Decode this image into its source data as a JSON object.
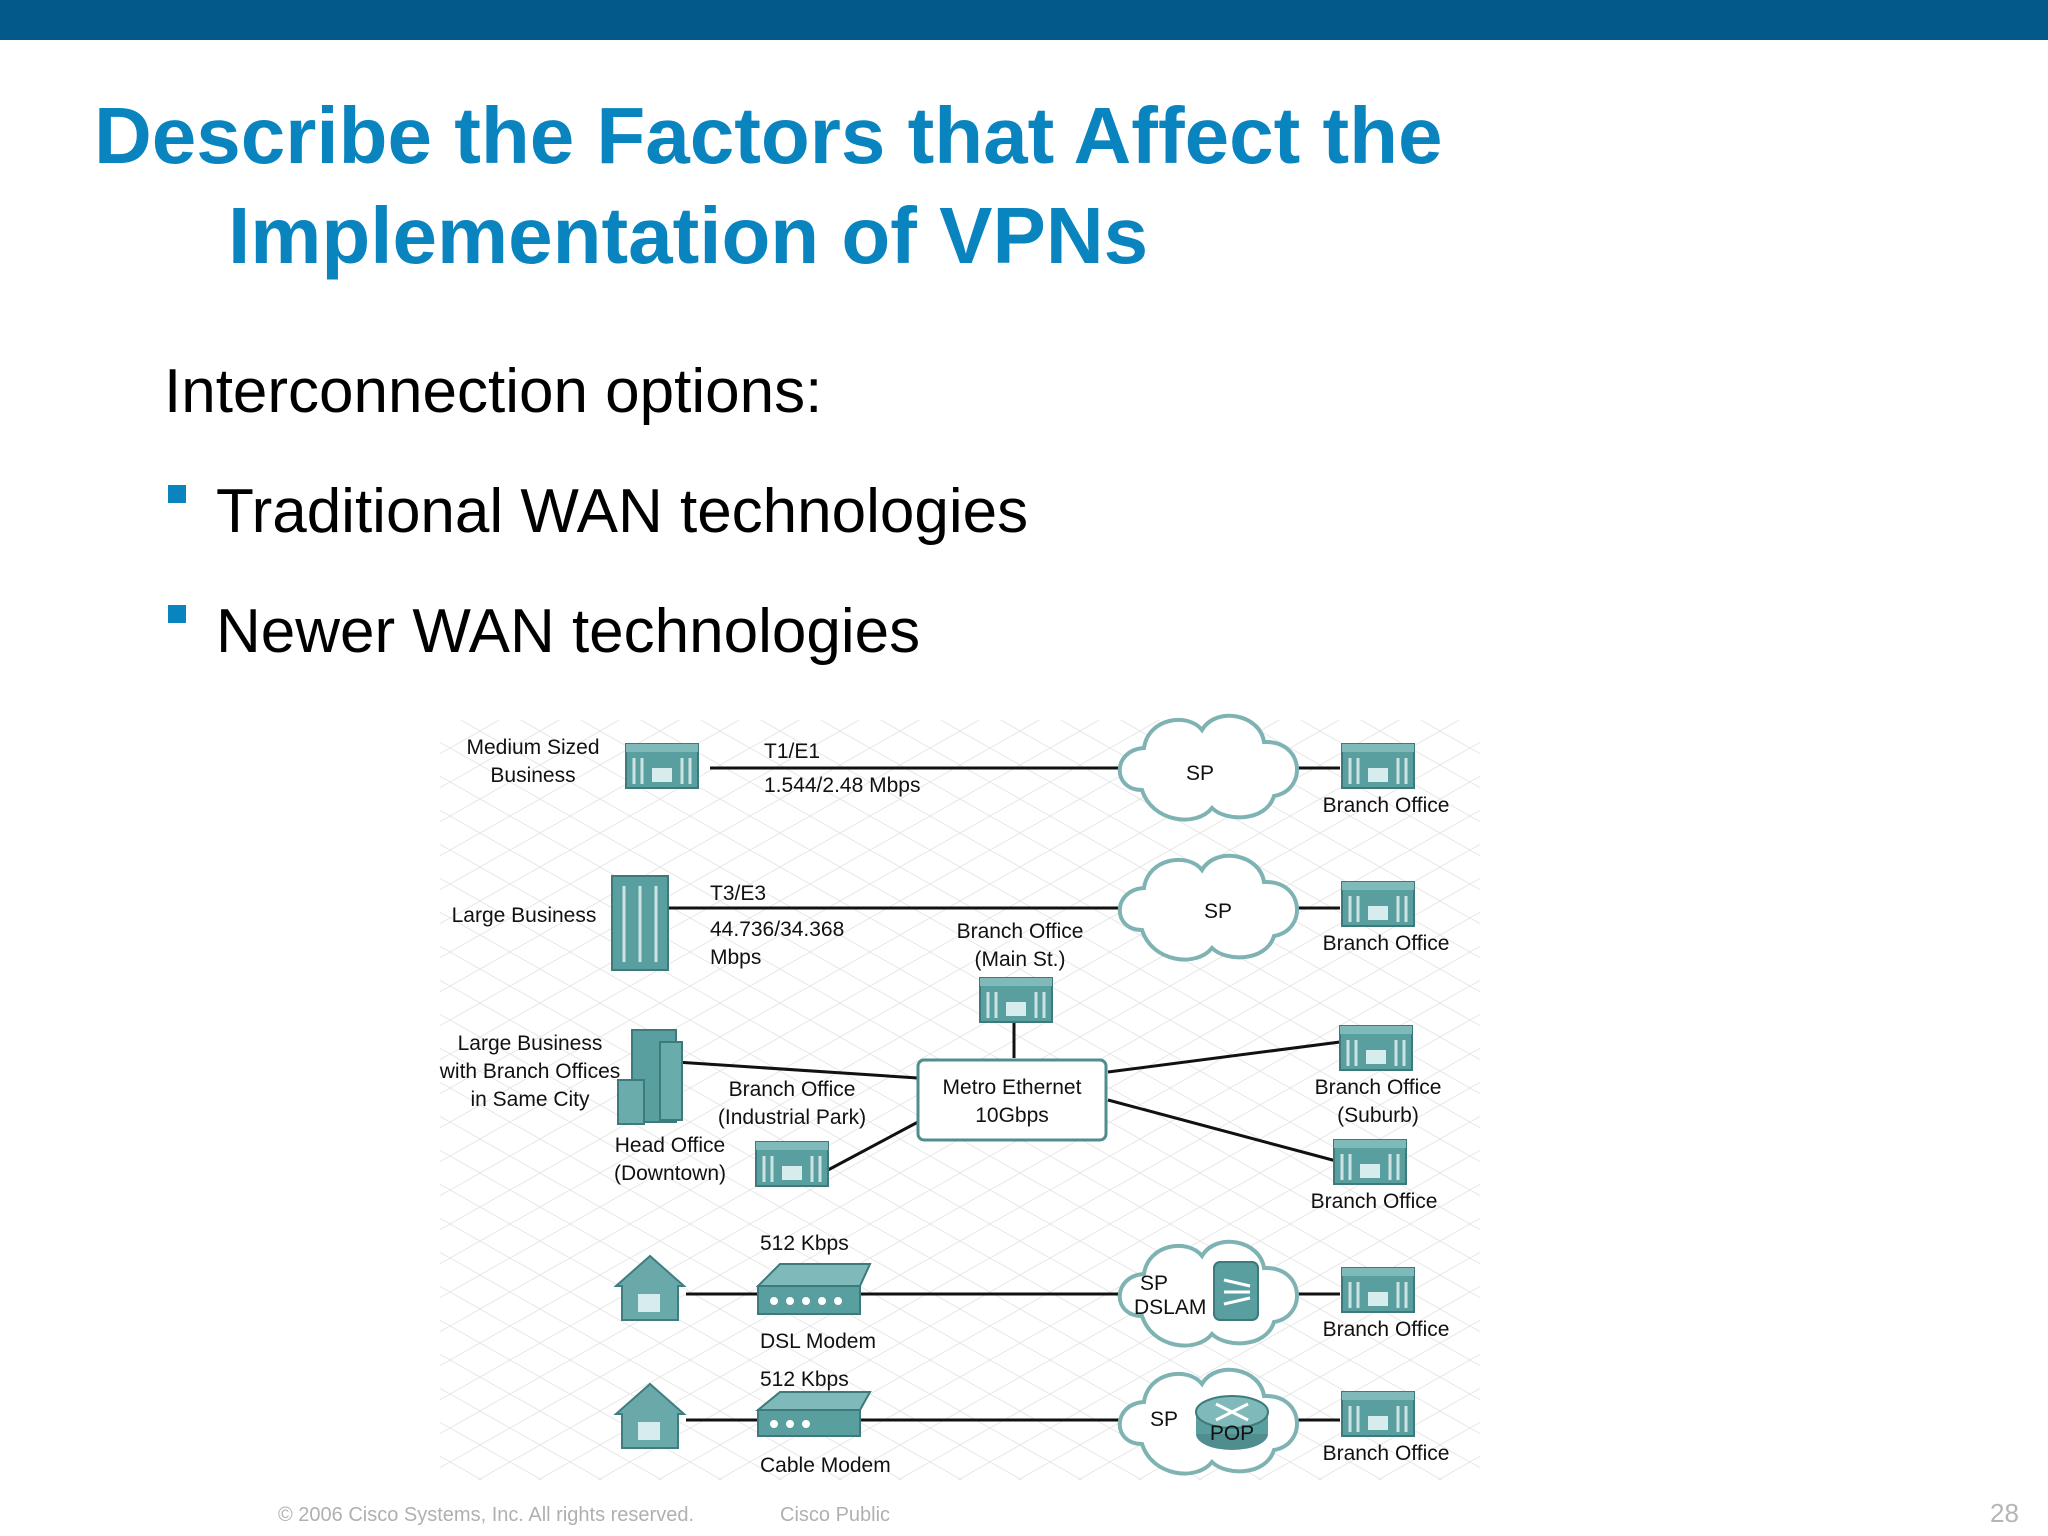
{
  "slide": {
    "title_line1": "Describe the Factors that Affect the",
    "title_line2": "Implementation of VPNs",
    "subheading": "Interconnection options:",
    "bullets": [
      "Traditional WAN technologies",
      "Newer WAN technologies"
    ],
    "accent_color": "#0a84bf",
    "bar_color": "#02598a"
  },
  "diagram": {
    "row1": {
      "left_label_1": "Medium Sized",
      "left_label_2": "Business",
      "link_1": "T1/E1",
      "link_2": "1.544/2.48 Mbps",
      "cloud": "SP",
      "right": "Branch Office"
    },
    "row2": {
      "left_label": "Large Business",
      "link_1": "T3/E3",
      "link_2": "44.736/34.368",
      "link_3": "Mbps",
      "cloud": "SP",
      "right": "Branch Office"
    },
    "metro": {
      "left_1": "Large Business",
      "left_2": "with Branch Offices",
      "left_3": "in Same City",
      "main_st_1": "Branch Office",
      "main_st_2": "(Main St.)",
      "industrial_1": "Branch Office",
      "industrial_2": "(Industrial Park)",
      "head_1": "Head Office",
      "head_2": "(Downtown)",
      "hub_1": "Metro Ethernet",
      "hub_2": "10Gbps",
      "suburb_1": "Branch Office",
      "suburb_2": "(Suburb)",
      "branch": "Branch Office"
    },
    "row4": {
      "speed": "512 Kbps",
      "device": "DSL Modem",
      "cloud_1": "SP",
      "cloud_2": "DSLAM",
      "right": "Branch Office"
    },
    "row5": {
      "speed": "512 Kbps",
      "device": "Cable Modem",
      "cloud": "SP",
      "pop": "POP",
      "right": "Branch Office"
    }
  },
  "footer": {
    "copyright": "© 2006 Cisco Systems, Inc. All rights reserved.",
    "classification": "Cisco Public",
    "page_number": "28"
  }
}
